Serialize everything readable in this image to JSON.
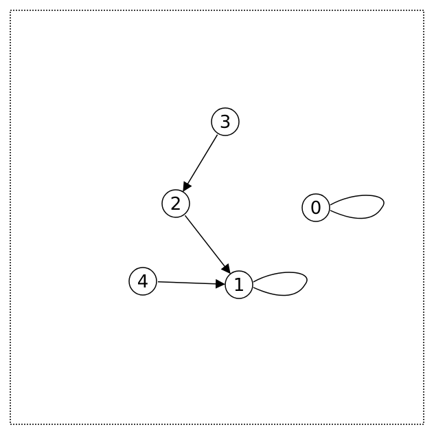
{
  "graph": {
    "nodes": [
      {
        "id": "0",
        "label": "0"
      },
      {
        "id": "1",
        "label": "1"
      },
      {
        "id": "2",
        "label": "2"
      },
      {
        "id": "3",
        "label": "3"
      },
      {
        "id": "4",
        "label": "4"
      }
    ],
    "edges": [
      {
        "from": "3",
        "to": "2"
      },
      {
        "from": "2",
        "to": "1"
      },
      {
        "from": "4",
        "to": "1"
      },
      {
        "from": "1",
        "to": "1"
      },
      {
        "from": "0",
        "to": "0"
      }
    ]
  }
}
